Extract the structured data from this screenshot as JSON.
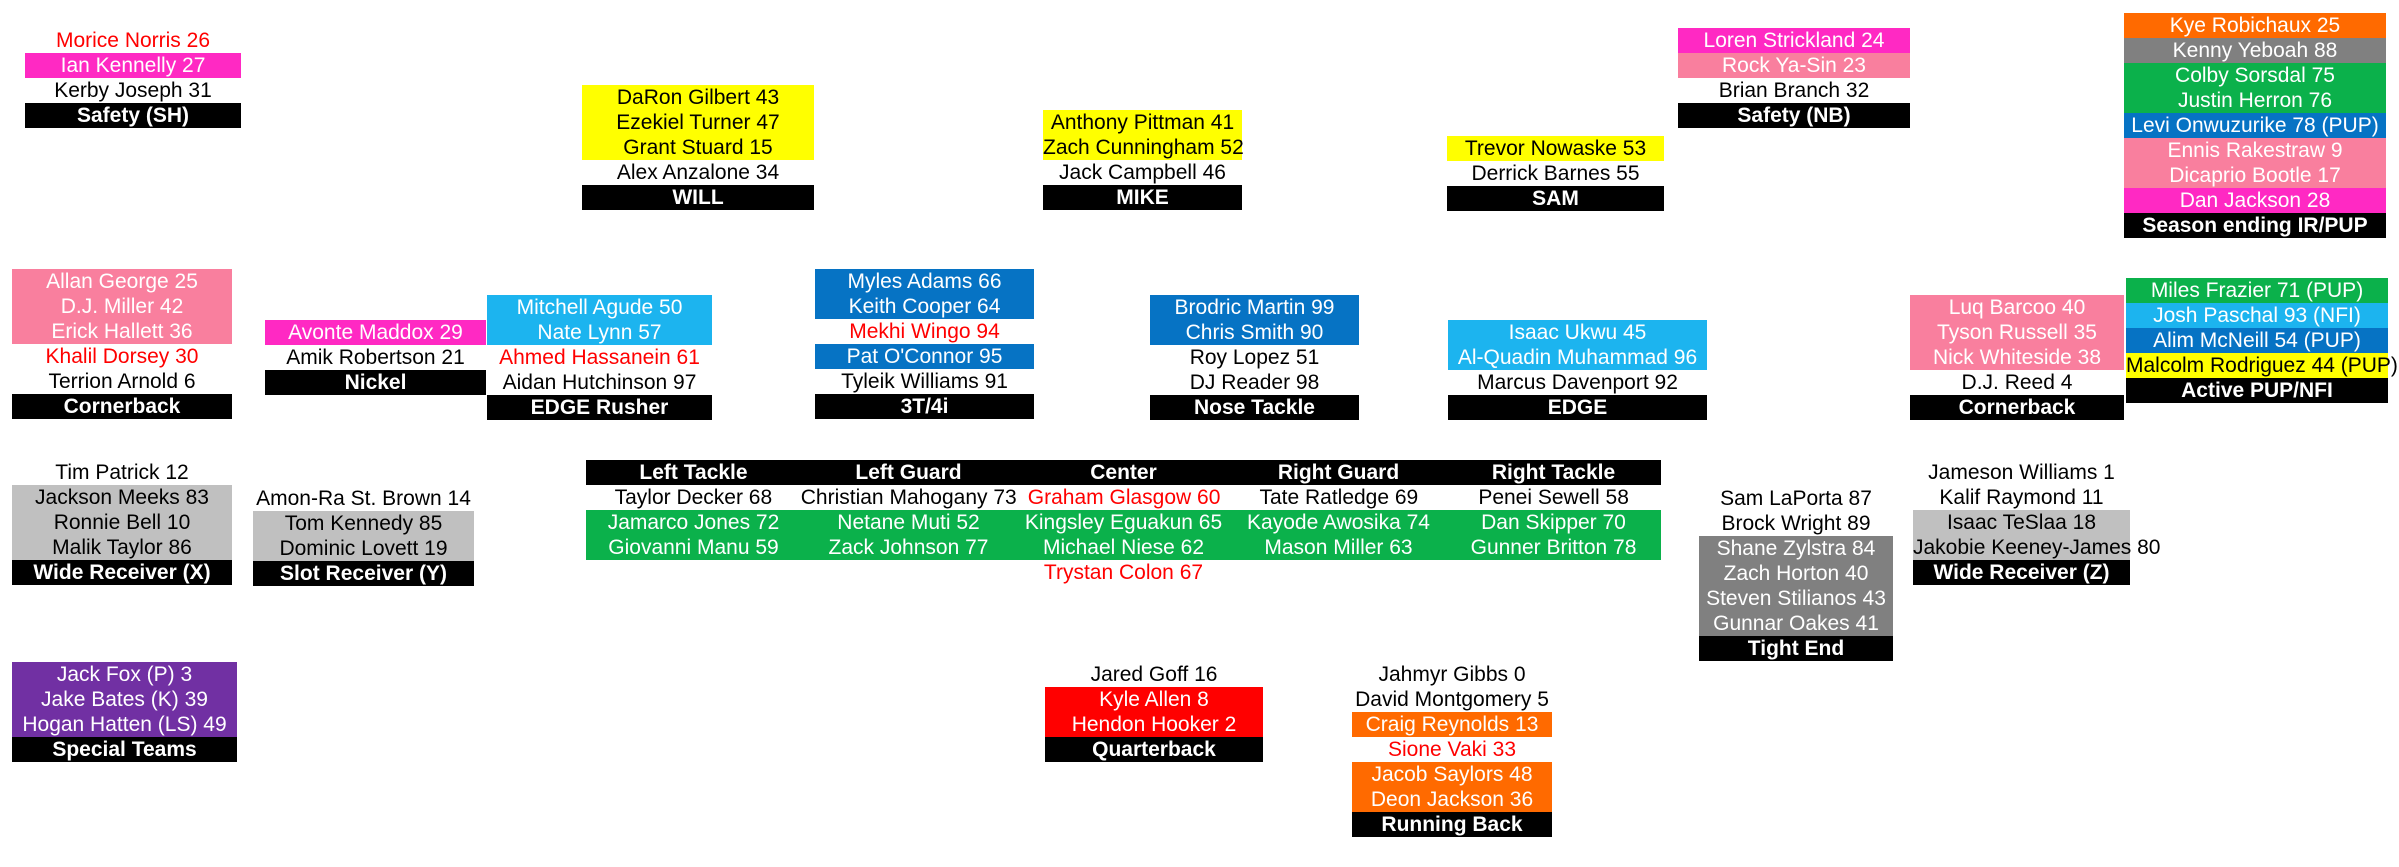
{
  "meta": {
    "title": "Detroit Lions Depth Chart",
    "colors": {
      "header": "#000000",
      "white": "#ffffff",
      "red_text": "#ff0000",
      "yellow": "#ffff00",
      "magenta": "#ff29c3",
      "pink": "#f97f9e",
      "light_blue": "#1cb4ef",
      "dark_blue": "#0673c4",
      "green": "#0bb14b",
      "orange": "#ff6a00",
      "gray": "#808080",
      "light_gray": "#c0c0c0",
      "purple": "#7130a3",
      "red_fill": "#ff0000"
    }
  },
  "groups": {
    "safety_sh": {
      "header": "Safety (SH)",
      "rows": [
        {
          "text": "Morice Norris 26",
          "style": "red"
        },
        {
          "text": "Ian Kennelly 27",
          "style": "magenta"
        },
        {
          "text": "Kerby Joseph 31",
          "style": "w"
        }
      ]
    },
    "will": {
      "header": "WILL",
      "rows": [
        {
          "text": "DaRon Gilbert 43",
          "style": "yellow"
        },
        {
          "text": "Ezekiel Turner 47",
          "style": "yellow"
        },
        {
          "text": "Grant Stuard 15",
          "style": "yellow"
        },
        {
          "text": "Alex Anzalone 34",
          "style": "w"
        }
      ]
    },
    "mike": {
      "header": "MIKE",
      "rows": [
        {
          "text": "Anthony Pittman 41",
          "style": "yellow"
        },
        {
          "text": "Zach Cunningham 52",
          "style": "yellow"
        },
        {
          "text": "Jack Campbell 46",
          "style": "w"
        }
      ]
    },
    "sam": {
      "header": "SAM",
      "rows": [
        {
          "text": "Trevor Nowaske 53",
          "style": "yellow"
        },
        {
          "text": "Derrick Barnes 55",
          "style": "w"
        }
      ]
    },
    "safety_nb": {
      "header": "Safety (NB)",
      "rows": [
        {
          "text": "Loren Strickland 24",
          "style": "magenta"
        },
        {
          "text": "Rock Ya-Sin 23",
          "style": "pink"
        },
        {
          "text": "Brian Branch 32",
          "style": "w"
        }
      ]
    },
    "season_ending_ir": {
      "header": "Season ending IR/PUP",
      "rows": [
        {
          "text": "Kye Robichaux 25",
          "style": "orange"
        },
        {
          "text": "Kenny Yeboah 88",
          "style": "gray"
        },
        {
          "text": "Colby Sorsdal 75",
          "style": "green"
        },
        {
          "text": "Justin Herron 76",
          "style": "green"
        },
        {
          "text": "Levi Onwuzurike 78 (PUP)",
          "style": "dkblue"
        },
        {
          "text": "Ennis Rakestraw 9",
          "style": "pink"
        },
        {
          "text": "Dicaprio Bootle 17",
          "style": "pink"
        },
        {
          "text": "Dan Jackson 28",
          "style": "magenta"
        }
      ]
    },
    "cornerback_left": {
      "header": "Cornerback",
      "rows": [
        {
          "text": "Allan George 25",
          "style": "pink"
        },
        {
          "text": "D.J. Miller 42",
          "style": "pink"
        },
        {
          "text": "Erick Hallett 36",
          "style": "pink"
        },
        {
          "text": "Khalil Dorsey 30",
          "style": "red"
        },
        {
          "text": "Terrion Arnold 6",
          "style": "w"
        }
      ]
    },
    "nickel": {
      "header": "Nickel",
      "rows": [
        {
          "text": "Avonte Maddox 29",
          "style": "magenta"
        },
        {
          "text": "Amik Robertson 21",
          "style": "w"
        }
      ]
    },
    "edge_rusher": {
      "header": "EDGE Rusher",
      "rows": [
        {
          "text": "Mitchell Agude 50",
          "style": "ltblue"
        },
        {
          "text": "Nate Lynn 57",
          "style": "ltblue"
        },
        {
          "text": "Ahmed Hassanein 61",
          "style": "red"
        },
        {
          "text": "Aidan Hutchinson 97",
          "style": "w"
        }
      ]
    },
    "three_t": {
      "header": "3T/4i",
      "rows": [
        {
          "text": "Myles Adams 66",
          "style": "dkblue"
        },
        {
          "text": "Keith Cooper 64",
          "style": "dkblue"
        },
        {
          "text": "Mekhi Wingo 94",
          "style": "red"
        },
        {
          "text": "Pat O'Connor 95",
          "style": "dkblue"
        },
        {
          "text": "Tyleik Williams 91",
          "style": "w"
        }
      ]
    },
    "nose_tackle": {
      "header": "Nose Tackle",
      "rows": [
        {
          "text": "Brodric Martin 99",
          "style": "dkblue"
        },
        {
          "text": "Chris Smith 90",
          "style": "dkblue"
        },
        {
          "text": "Roy Lopez 51",
          "style": "w"
        },
        {
          "text": "DJ Reader 98",
          "style": "w"
        }
      ]
    },
    "edge": {
      "header": "EDGE",
      "rows": [
        {
          "text": "Isaac Ukwu 45",
          "style": "ltblue"
        },
        {
          "text": "Al-Quadin Muhammad 96",
          "style": "ltblue"
        },
        {
          "text": "Marcus Davenport 92",
          "style": "w"
        }
      ]
    },
    "cornerback_right": {
      "header": "Cornerback",
      "rows": [
        {
          "text": "Luq Barcoo 40",
          "style": "pink"
        },
        {
          "text": "Tyson Russell 35",
          "style": "pink"
        },
        {
          "text": "Nick Whiteside 38",
          "style": "pink"
        },
        {
          "text": "D.J. Reed 4",
          "style": "w"
        }
      ]
    },
    "active_pup_nfi": {
      "header": "Active PUP/NFI",
      "rows": [
        {
          "text": "Miles Frazier 71 (PUP)",
          "style": "green"
        },
        {
          "text": "Josh Paschal 93 (NFI)",
          "style": "ltblue"
        },
        {
          "text": "Alim McNeill 54 (PUP)",
          "style": "dkblue"
        },
        {
          "text": "Malcolm Rodriguez 44 (PUP)",
          "style": "yellowblk"
        }
      ]
    },
    "wide_receiver_x": {
      "header": "Wide Receiver (X)",
      "rows": [
        {
          "text": "Tim Patrick 12",
          "style": "w"
        },
        {
          "text": "Jackson Meeks 83",
          "style": "ltgray"
        },
        {
          "text": "Ronnie Bell 10",
          "style": "ltgray"
        },
        {
          "text": "Malik Taylor 86",
          "style": "ltgray"
        }
      ]
    },
    "slot_receiver_y": {
      "header": "Slot Receiver (Y)",
      "rows": [
        {
          "text": "Amon-Ra St. Brown 14",
          "style": "w"
        },
        {
          "text": "Tom Kennedy 85",
          "style": "ltgray"
        },
        {
          "text": "Dominic Lovett 19",
          "style": "ltgray"
        }
      ]
    },
    "tight_end": {
      "header": "Tight End",
      "rows": [
        {
          "text": "Sam LaPorta 87",
          "style": "w"
        },
        {
          "text": "Brock Wright 89",
          "style": "w"
        },
        {
          "text": "Shane Zylstra 84",
          "style": "gray"
        },
        {
          "text": "Zach Horton 40",
          "style": "gray"
        },
        {
          "text": "Steven Stilianos 43",
          "style": "gray"
        },
        {
          "text": "Gunnar Oakes 41",
          "style": "gray"
        }
      ]
    },
    "wide_receiver_z": {
      "header": "Wide Receiver (Z)",
      "rows": [
        {
          "text": "Jameson Williams 1",
          "style": "w"
        },
        {
          "text": "Kalif Raymond 11",
          "style": "w"
        },
        {
          "text": "Isaac TeSlaa 18",
          "style": "ltgray"
        },
        {
          "text": "Jakobie Keeney-James 80",
          "style": "ltgray"
        }
      ]
    },
    "special_teams": {
      "header": "Special Teams",
      "rows": [
        {
          "text": "Jack Fox (P) 3",
          "style": "purple"
        },
        {
          "text": "Jake Bates (K) 39",
          "style": "purple"
        },
        {
          "text": "Hogan Hatten (LS) 49",
          "style": "purple"
        }
      ]
    },
    "quarterback": {
      "header": "Quarterback",
      "rows": [
        {
          "text": "Jared Goff 16",
          "style": "w"
        },
        {
          "text": "Kyle Allen 8",
          "style": "redbg"
        },
        {
          "text": "Hendon Hooker 2",
          "style": "redbg"
        }
      ]
    },
    "running_back": {
      "header": "Running Back",
      "rows": [
        {
          "text": "Jahmyr Gibbs 0",
          "style": "w"
        },
        {
          "text": "David Montgomery 5",
          "style": "w"
        },
        {
          "text": "Craig Reynolds 13",
          "style": "orange"
        },
        {
          "text": "Sione Vaki 33",
          "style": "red"
        },
        {
          "text": "Jacob Saylors 48",
          "style": "orange"
        },
        {
          "text": "Deon Jackson 36",
          "style": "orange"
        }
      ]
    }
  },
  "oline": {
    "headers": [
      "Left Tackle",
      "Left Guard",
      "Center",
      "Right Guard",
      "Right Tackle"
    ],
    "starters": [
      "Taylor Decker 68",
      "Christian Mahogany 73",
      "Graham Glasgow 60",
      "Tate Ratledge 69",
      "Penei Sewell 58"
    ],
    "starter_styles": [
      "w",
      "w",
      "red",
      "w",
      "w"
    ],
    "backups_row1": [
      "Jamarco Jones 72",
      "Netane Muti 52",
      "Kingsley Eguakun 65",
      "Kayode Awosika 74",
      "Dan Skipper 70"
    ],
    "backups_row2": [
      "Giovanni Manu 59",
      "Zack Johnson 77",
      "Michael Niese 62",
      "Mason Miller 63",
      "Gunner Britton 78"
    ],
    "extra": {
      "text": "Trystan Colon 67",
      "style": "red",
      "column": 2
    }
  }
}
